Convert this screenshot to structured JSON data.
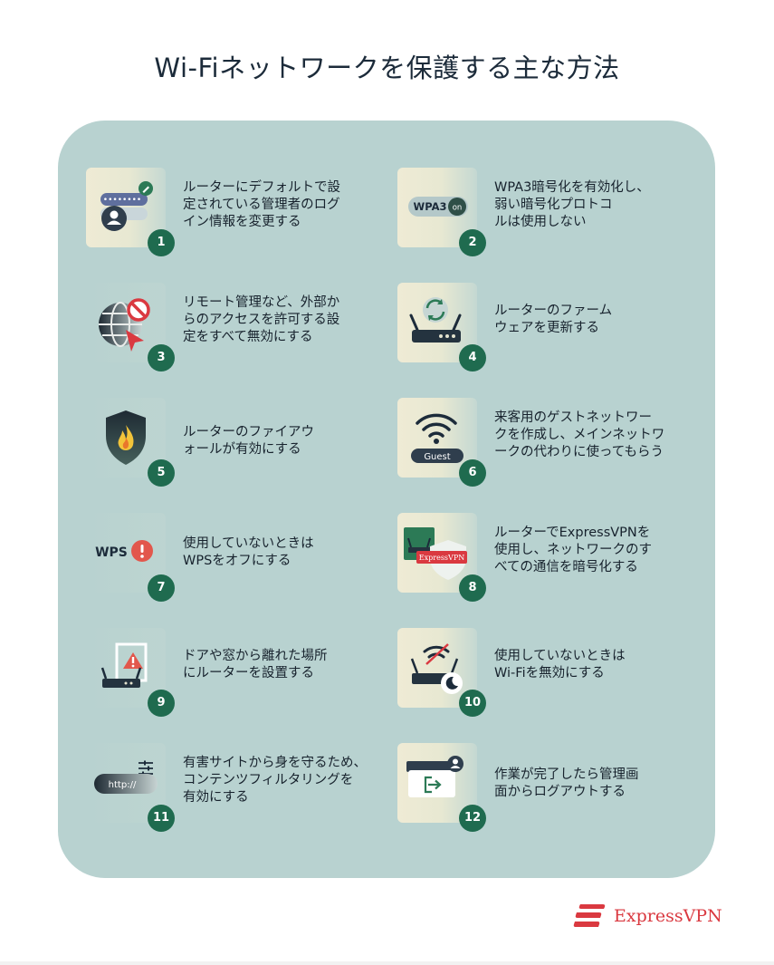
{
  "title": "Wi-Fiネットワークを保護する主な方法",
  "items": [
    {
      "number": "1",
      "text": "ルーターにデフォルトで設\n定されている管理者のログ\nイン情報を変更する",
      "icon": "router-login-icon"
    },
    {
      "number": "2",
      "text": "WPA3暗号化を有効化し、\n弱い暗号化プロトコ\nルは使用しない",
      "icon": "wpa3-toggle-icon",
      "badge": "WPA3",
      "toggle": "on"
    },
    {
      "number": "3",
      "text": "リモート管理など、外部か\nらのアクセスを許可する設\n定をすべて無効にする",
      "icon": "globe-blocked-icon"
    },
    {
      "number": "4",
      "text": "ルーターのファーム\nウェアを更新する",
      "icon": "router-update-icon"
    },
    {
      "number": "5",
      "text": "ルーターのファイアウ\nォールが有効にする",
      "icon": "firewall-shield-icon"
    },
    {
      "number": "6",
      "text": "来客用のゲストネットワー\nクを作成し、メインネットワ\nークの代わりに使ってもらう",
      "icon": "guest-wifi-icon",
      "badge": "Guest"
    },
    {
      "number": "7",
      "text": "使用していないときは\nWPSをオフにする",
      "icon": "wps-alert-icon",
      "badge": "WPS"
    },
    {
      "number": "8",
      "text": "ルーターでExpressVPNを\n使用し、ネットワークのす\nべての通信を暗号化する",
      "icon": "router-vpn-icon",
      "badge": "ExpressVPN"
    },
    {
      "number": "9",
      "text": "ドアや窓から離れた場所\nにルーターを設置する",
      "icon": "router-window-icon"
    },
    {
      "number": "10",
      "text": "使用していないときは\nWi-Fiを無効にする",
      "icon": "router-sleep-icon"
    },
    {
      "number": "11",
      "text": "有害サイトから身を守るため、\nコンテンツフィルタリングを\n有効にする",
      "icon": "content-filter-icon",
      "badge": "http://"
    },
    {
      "number": "12",
      "text": "作業が完了したら管理画\n面からログアウトする",
      "icon": "logout-icon"
    }
  ],
  "brand": {
    "name": "ExpressVPN",
    "color": "#da3940"
  },
  "colors": {
    "panel": "#b8d2d0",
    "number_badge": "#1f6b4f",
    "text": "#17222d"
  }
}
